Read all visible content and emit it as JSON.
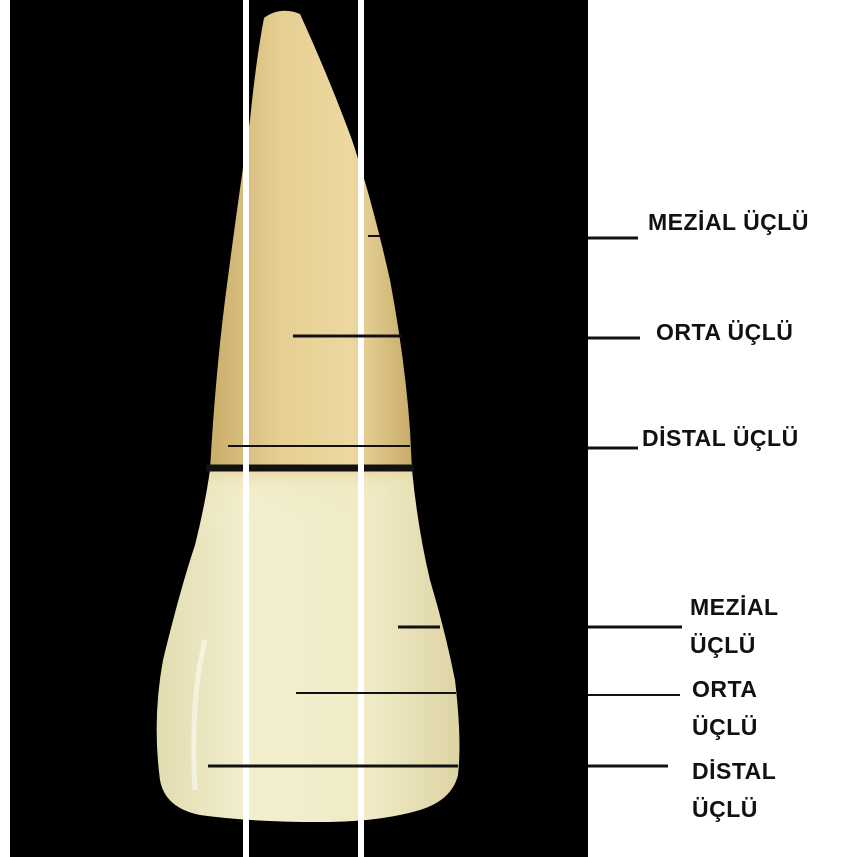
{
  "colors": {
    "background": "#000000",
    "page": "#ffffff",
    "tooth_root": "#e9d49a",
    "tooth_crown": "#f1ecc8",
    "guide_lines": "#ffffff",
    "pointer_lines": "#111111"
  },
  "labels": {
    "root_mesial": "MEZİAL ÜÇLÜ",
    "root_middle": "ORTA ÜÇLÜ",
    "root_distal": "DİSTAL ÜÇLÜ",
    "crown_mesial_line1": "MEZİAL",
    "crown_mesial_line2": "ÜÇLÜ",
    "crown_middle_line1": "ORTA",
    "crown_middle_line2": "ÜÇLÜ",
    "crown_distal_line1": "DİSTAL",
    "crown_distal_line2": "ÜÇLÜ"
  }
}
